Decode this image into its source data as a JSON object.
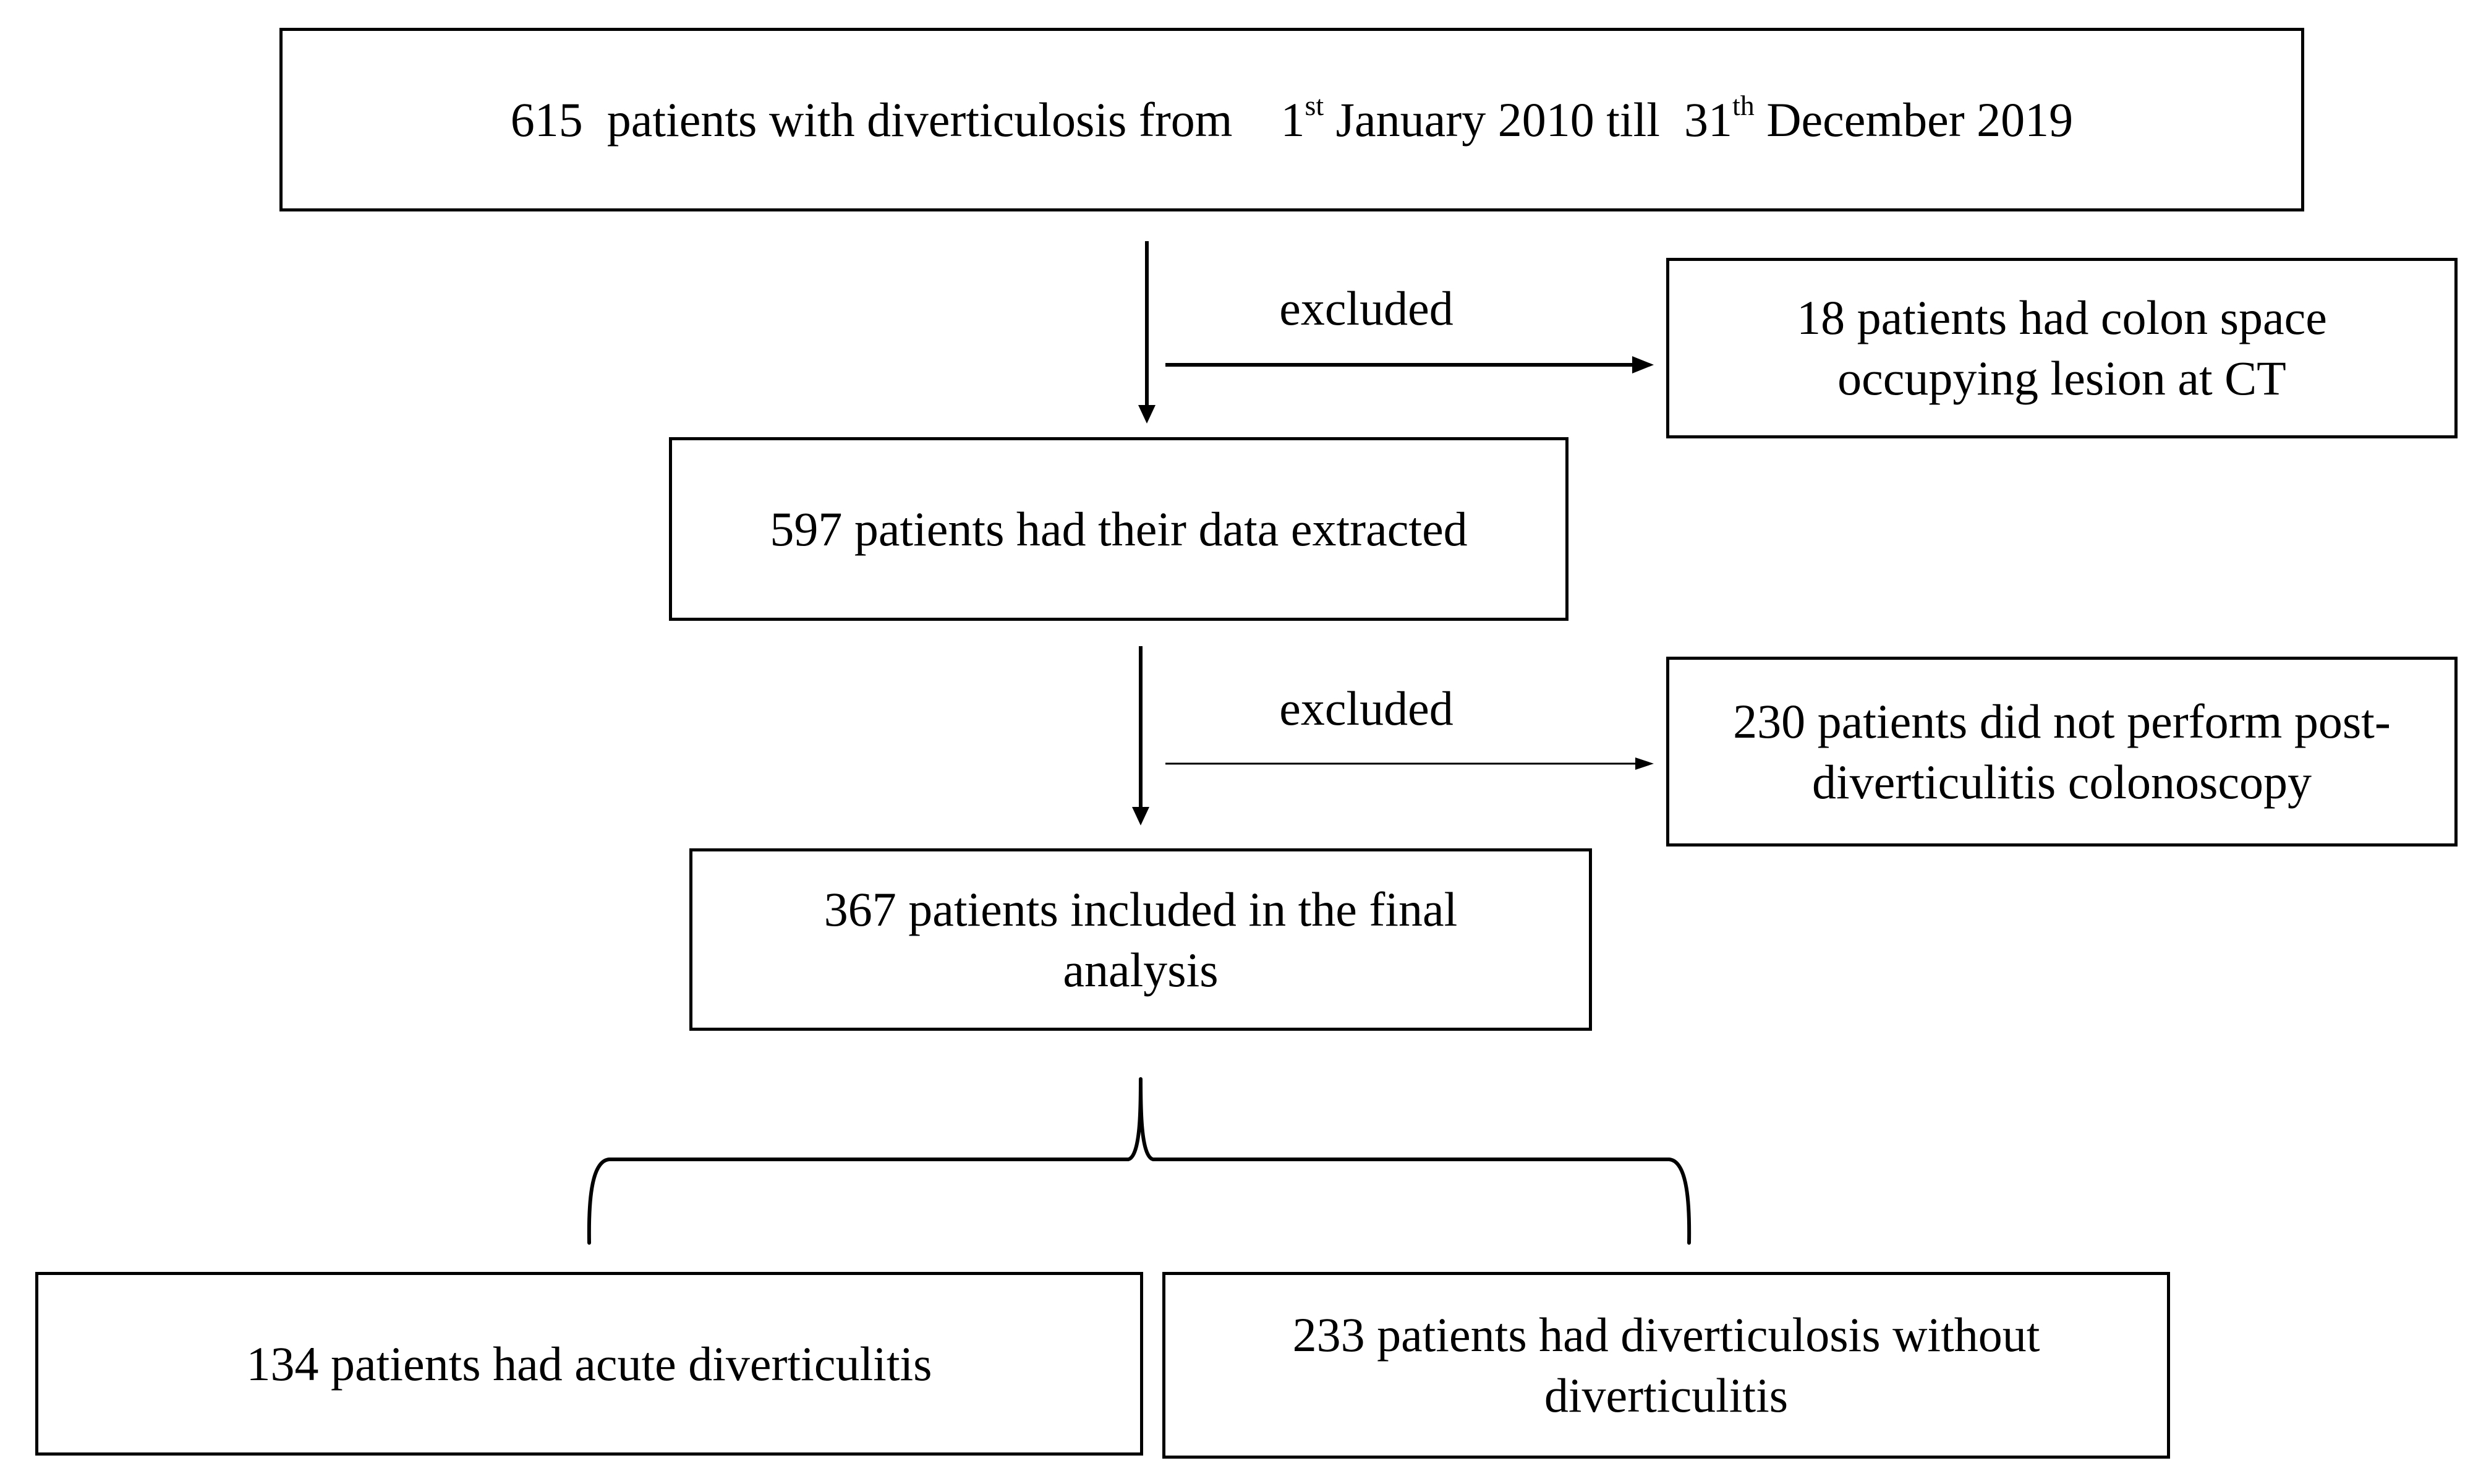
{
  "flowchart": {
    "top_box": {
      "count": "615",
      "text_a": "patients with diverticulosis from",
      "start_day": "1",
      "start_sup": "st",
      "start_rest": "January 2010 till",
      "end_day": "31",
      "end_sup": "th",
      "end_rest": "December 2019"
    },
    "exclusion_1": {
      "label": "excluded",
      "line1": "18 patients had colon space",
      "line2": "occupying lesion at CT"
    },
    "extracted_box": {
      "text": "597 patients had their data extracted"
    },
    "exclusion_2": {
      "label": "excluded",
      "line1": "230 patients did not  perform post-",
      "line2": "diverticulitis colonoscopy"
    },
    "final_box": {
      "line1": "367 patients included in the final",
      "line2": "analysis"
    },
    "acute_box": {
      "text": "134 patients had acute diverticulitis"
    },
    "without_box": {
      "line1": "233 patients had diverticulosis without",
      "line2": "diverticulitis"
    }
  }
}
